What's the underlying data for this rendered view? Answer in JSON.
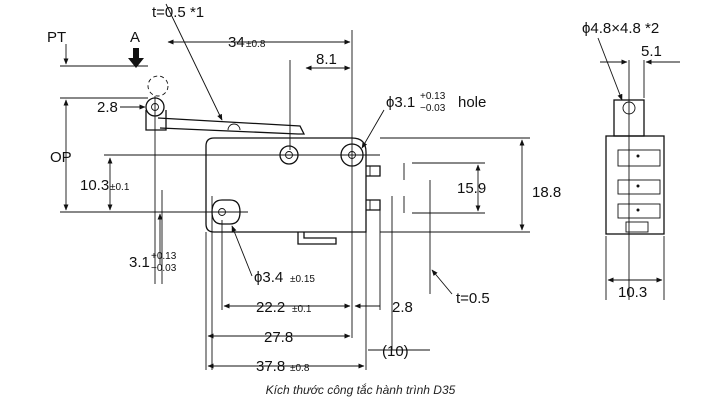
{
  "front_view": {
    "dim_t_top": "t=0.5 *1",
    "dim_pt": "PT",
    "dim_a": "A",
    "dim_op": "OP",
    "dim_28_label": "2.8",
    "dim_34": "34",
    "dim_34_tol": "±0.8",
    "dim_81": "8.1",
    "hole_phi": "ϕ3.1",
    "hole_tol_up": "+0.13",
    "hole_tol_dn": "−0.03",
    "hole_word": "hole",
    "dim_103": "10.3",
    "dim_103_tol": "±0.1",
    "dim_159": "15.9",
    "dim_188": "18.8",
    "dim_31": "3.1",
    "dim_31_tol_up": "+0.13",
    "dim_31_tol_dn": "−0.03",
    "dim_phi34": "ϕ3.4",
    "dim_phi34_tol": "±0.15",
    "dim_222": "22.2",
    "dim_222_tol": "±0.1",
    "dim_28b": "2.8",
    "dim_t05": "t=0.5",
    "dim_278": "27.8",
    "dim_378": "37.8",
    "dim_378_tol": "±0.8",
    "dim_10": "(10)"
  },
  "side_view": {
    "roller_dim": "ϕ4.8×4.8 *2",
    "dim_51": "5.1",
    "dim_103": "10.3"
  },
  "caption": "Kích thước công tắc hành trình D35"
}
